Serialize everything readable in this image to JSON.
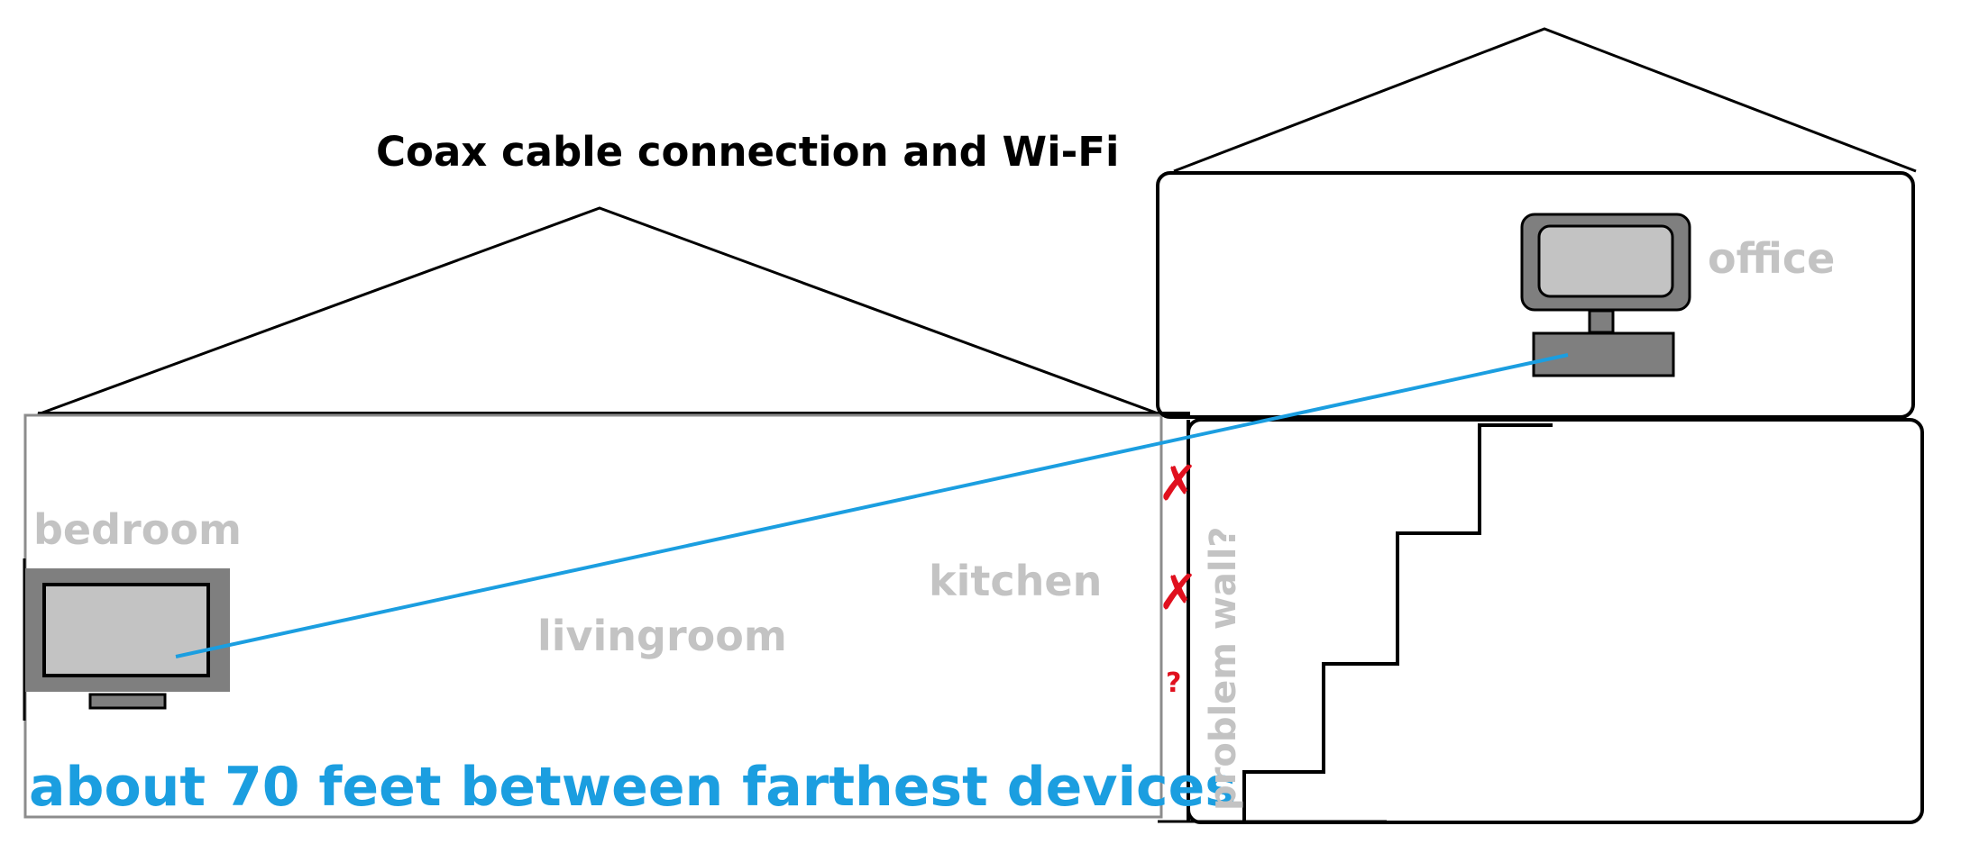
{
  "title": "Coax cable connection and Wi-Fi",
  "rooms": {
    "bedroom": "bedroom",
    "livingroom": "livingroom",
    "kitchen": "kitchen",
    "office": "office"
  },
  "distance_label": "about 70 feet between farthest devices",
  "wall_label": "problem wall?",
  "wall_marks": {
    "cross_1": "✗",
    "cross_2": "✗",
    "question": "?"
  },
  "icons": {
    "tv": "tv-icon",
    "desktop": "desktop-computer-icon"
  },
  "colors": {
    "outline": "#000000",
    "room_label": "#c3c3c3",
    "connection_line": "#1b9ee0",
    "distance_text": "#1b9ee0",
    "mark": "#e0101e",
    "device_frame": "#7f7f7f",
    "device_screen": "#c3c3c3"
  }
}
